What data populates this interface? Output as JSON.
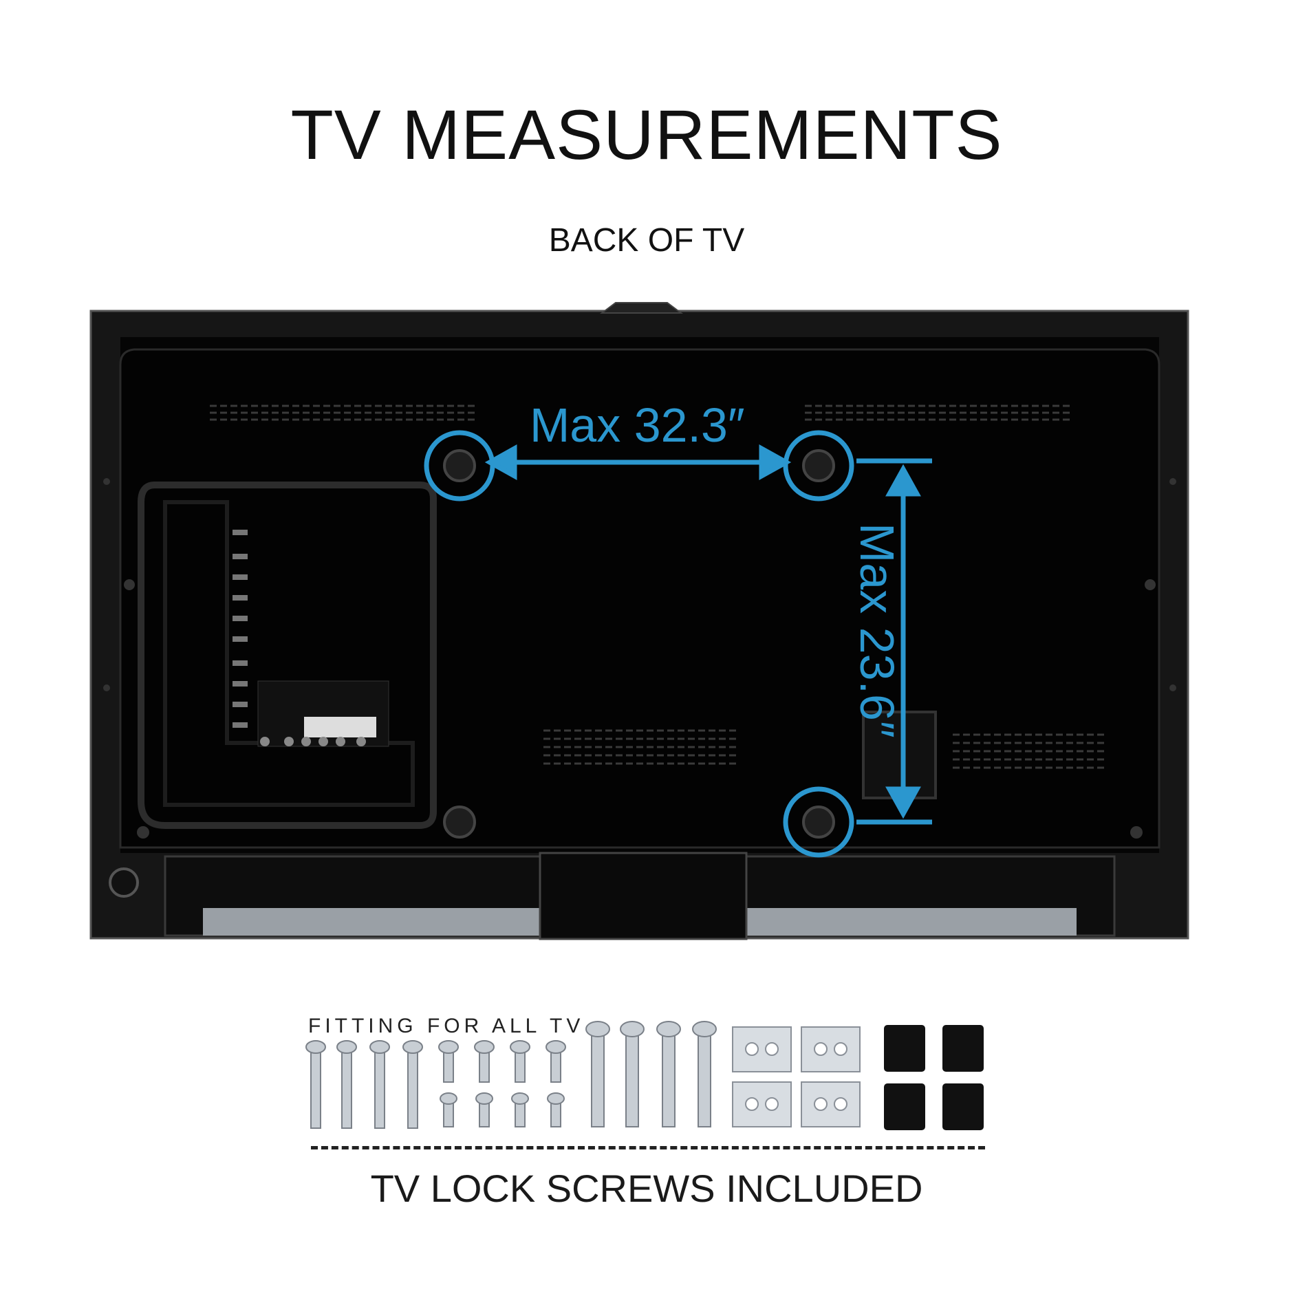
{
  "header": {
    "title": "TV MEASUREMENTS",
    "subtitle": "BACK OF TV"
  },
  "measurements": {
    "horizontal": "Max 32.3″",
    "vertical": "Max 23.6″",
    "accent_color": "#2b97cf"
  },
  "hardware": {
    "fitting_label": "FITTING FOR ALL TV",
    "included_label": "TV LOCK SCREWS INCLUDED"
  }
}
